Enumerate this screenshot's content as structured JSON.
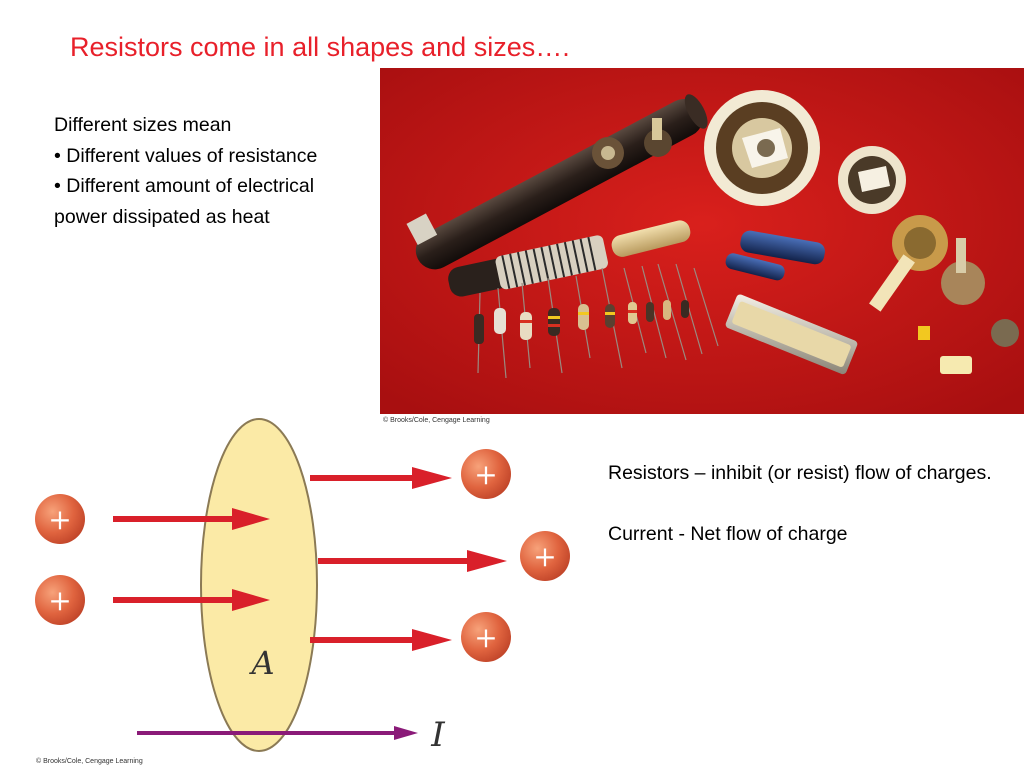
{
  "slide": {
    "title": "Resistors come in all shapes and sizes….",
    "intro": {
      "lead": "Different sizes mean",
      "bullets": [
        "Different values of resistance",
        "Different amount of electrical power dissipated as heat"
      ]
    },
    "photo": {
      "credit": "© Brooks/Cole, Cengage Learning"
    },
    "definitions": {
      "resistors": "Resistors – inhibit (or resist) flow of charges.",
      "current": "Current - Net flow of charge"
    },
    "diagram": {
      "area_label": "A",
      "current_label": "I",
      "charge_symbol": "+",
      "credit": "© Brooks/Cole, Cengage Learning",
      "colors": {
        "cross_section": "#fbeaa6",
        "arrow": "#d9202a",
        "charge": "#e0643f",
        "current_arrow": "#8a1a78"
      }
    }
  }
}
